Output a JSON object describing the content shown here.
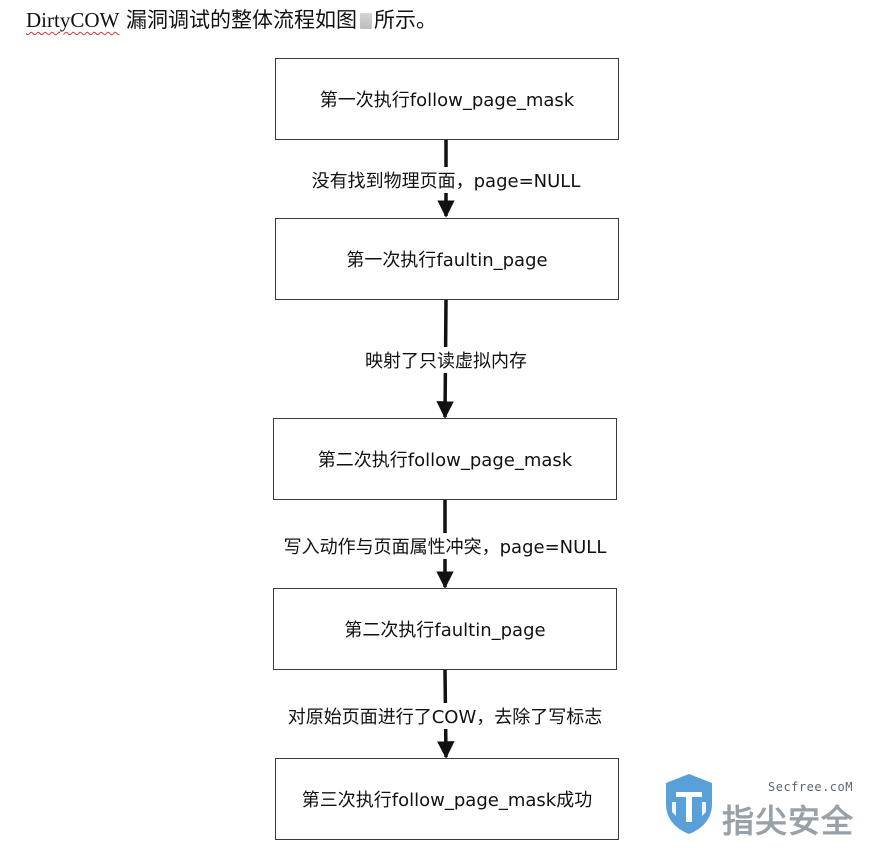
{
  "heading": {
    "prefix": "DirtyCOW",
    "text_before_icon": " 漏洞调试的整体流程如图",
    "text_after_icon": "所示。"
  },
  "flowchart": {
    "steps": [
      "第一次执行follow_page_mask",
      "第一次执行faultin_page",
      "第二次执行follow_page_mask",
      "第二次执行faultin_page",
      "第三次执行follow_page_mask成功"
    ],
    "transitions": [
      "没有找到物理页面，page=NULL",
      "映射了只读虚拟内存",
      "写入动作与页面属性冲突，page=NULL",
      "对原始页面进行了COW，去除了写标志"
    ]
  },
  "watermark": {
    "site": "Secfree.coM",
    "brand": "指尖安全"
  },
  "colors": {
    "border": "#3a3a3a",
    "arrow": "#111111",
    "shield_blue": "#3b8fd0",
    "watermark_gray": "#8f979f"
  }
}
